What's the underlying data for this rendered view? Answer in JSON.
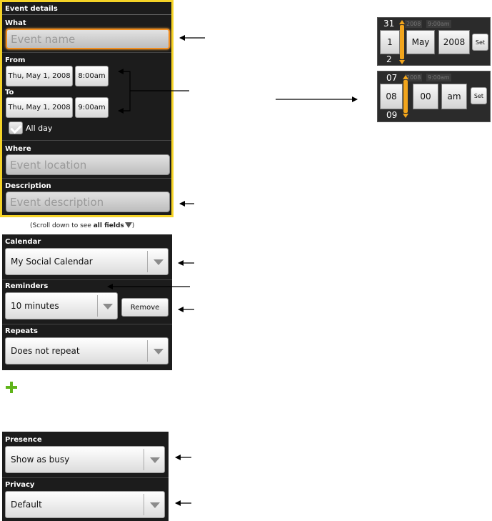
{
  "event_details": {
    "header": "Event details",
    "what_label": "What",
    "event_name_placeholder": "Event name",
    "from_label": "From",
    "from_date": "Thu, May 1, 2008",
    "from_time": "8:00am",
    "to_label": "To",
    "to_date": "Thu, May 1, 2008",
    "to_time": "9:00am",
    "all_day_label": "All day",
    "where_label": "Where",
    "event_location_placeholder": "Event location",
    "description_label": "Description",
    "event_description_placeholder": "Event description"
  },
  "scroll_hint": {
    "prefix": "(Scroll down to see ",
    "bold": "all fields",
    "suffix": ")"
  },
  "calendar": {
    "label": "Calendar",
    "value": "My Social Calendar"
  },
  "reminders": {
    "label": "Reminders",
    "value": "10 minutes",
    "remove_label": "Remove"
  },
  "repeats": {
    "label": "Repeats",
    "value": "Does not repeat"
  },
  "presence": {
    "label": "Presence",
    "value": "Show as busy"
  },
  "privacy": {
    "label": "Privacy",
    "value": "Default"
  },
  "date_picker": {
    "prev_day": "31",
    "day": "1",
    "month": "May",
    "year": "2008",
    "next_day": "2",
    "set_label": "Set",
    "ghost_year": "2008",
    "ghost_time": "9:00am"
  },
  "time_picker": {
    "prev_hour": "07",
    "hour": "08",
    "minute": "00",
    "ampm": "am",
    "next_hour": "09",
    "set_label": "Set",
    "ghost_year": "2008",
    "ghost_time": "9:00am"
  },
  "icons": {
    "add": "plus-icon"
  },
  "colors": {
    "highlight": "#f5d327",
    "focus": "#f08c1e",
    "add_icon": "#5fb41a"
  }
}
